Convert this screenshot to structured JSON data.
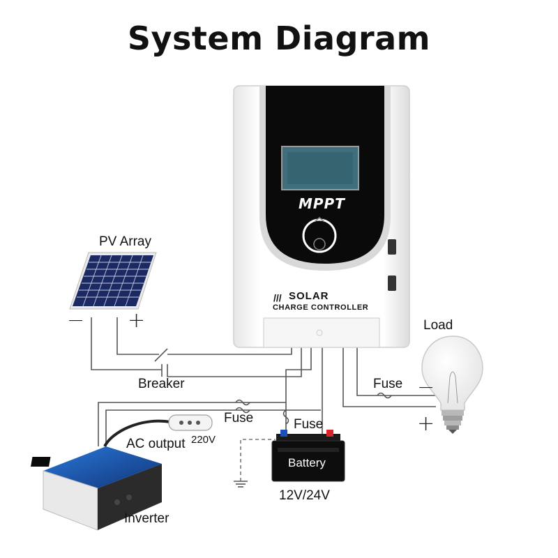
{
  "title": "System Diagram",
  "controller": {
    "display_text": "MPPT",
    "brand": "SOLAR",
    "subtitle": "CHARGE CONTROLLER"
  },
  "labels": {
    "pv_array": "PV Array",
    "breaker": "Breaker",
    "load": "Load",
    "fuse_load": "Fuse",
    "fuse_inverter": "Fuse",
    "fuse_battery": "Fuse",
    "ac_output": "AC output",
    "voltage_ac": "220V",
    "battery": "Battery",
    "battery_voltage": "12V/24V",
    "inverter": "Inverter"
  },
  "polarity": {
    "pv_negative": "−",
    "pv_positive": "+",
    "load_negative": "−",
    "load_positive": "+"
  },
  "colors": {
    "wire": "#555555",
    "controller_body": "#f4f4f4",
    "controller_face": "#0a0a0a",
    "display": "#3f6f7d",
    "solar_panel": "#1c2a63",
    "inverter_blue": "#1f5fbf",
    "battery_body": "#0d0d0d",
    "battery_pos": "#d9232a",
    "battery_neg": "#1d4fb8"
  }
}
